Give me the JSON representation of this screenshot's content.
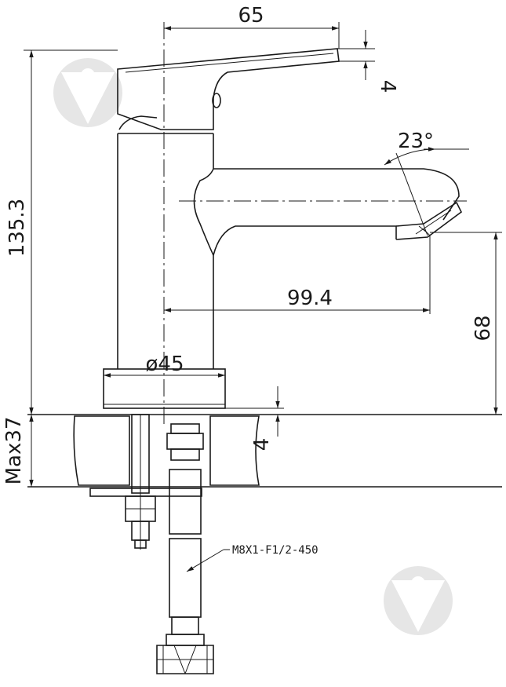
{
  "dimensions": {
    "width_top": "65",
    "handle_gap": "4",
    "total_height": "135.3",
    "spout_angle": "23°",
    "spout_reach": "99.4",
    "spout_height": "68",
    "base_diameter": "ø45",
    "max_counter": "Max37",
    "gasket": "4"
  },
  "callout": {
    "hose_spec": "M8X1-F1/2-450"
  }
}
